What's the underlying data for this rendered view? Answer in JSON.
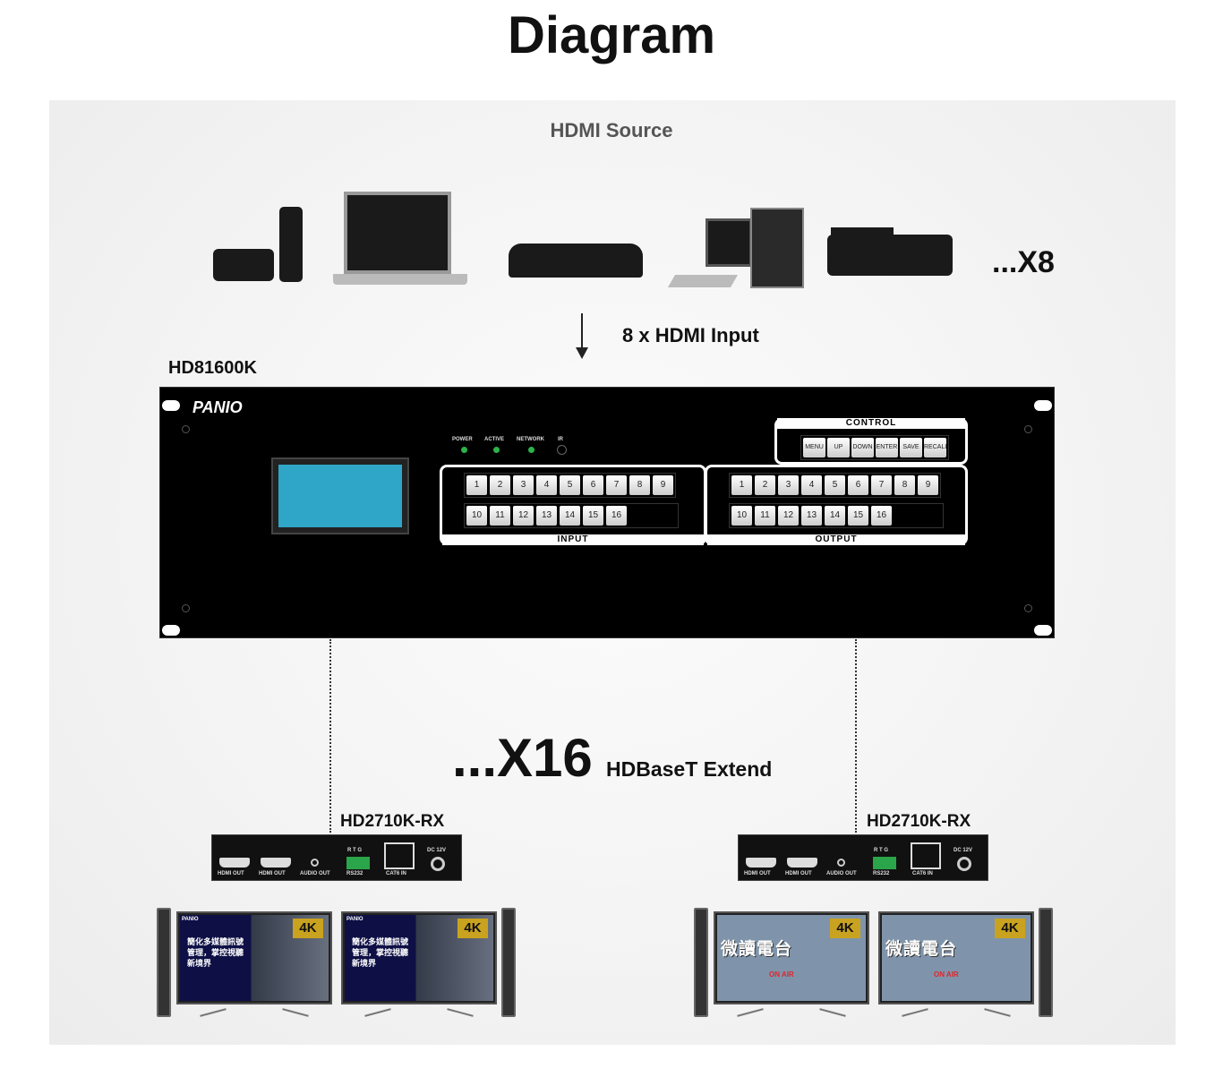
{
  "title": "Diagram",
  "source_label": "HDMI Source",
  "source_count": "...X8",
  "input_label": "8 x HDMI Input",
  "matrix": {
    "model": "HD81600K",
    "brand": "PANIO",
    "leds": [
      "POWER",
      "ACTIVE",
      "NETWORK",
      "IR"
    ],
    "control_label": "CONTROL",
    "control_buttons": [
      "MENU",
      "UP",
      "DOWN",
      "ENTER",
      "SAVE",
      "RECALL"
    ],
    "input_label": "INPUT",
    "output_label": "OUTPUT",
    "buttons_row1": [
      "1",
      "2",
      "3",
      "4",
      "5",
      "6",
      "7",
      "8",
      "9"
    ],
    "buttons_row2": [
      "10",
      "11",
      "12",
      "13",
      "14",
      "15",
      "16"
    ]
  },
  "extend_count": "...X16",
  "extend_label": "HDBaseT Extend",
  "receivers": [
    {
      "model": "HD2710K-RX"
    },
    {
      "model": "HD2710K-RX"
    }
  ],
  "rx_ports": {
    "hdmi1": "HDMI OUT",
    "hdmi2": "HDMI OUT",
    "audio": "AUDIO OUT",
    "rs232": "RS232",
    "rtg": "R T G",
    "cat6": "CAT6 IN",
    "dc": "DC 12V"
  },
  "tv_content": {
    "brand": "PANIO",
    "badge": "4K",
    "headline": "簡化多媒體訊號管理，掌控視聽新境界",
    "radio": "微讀電台",
    "on_air": "ON AIR"
  }
}
